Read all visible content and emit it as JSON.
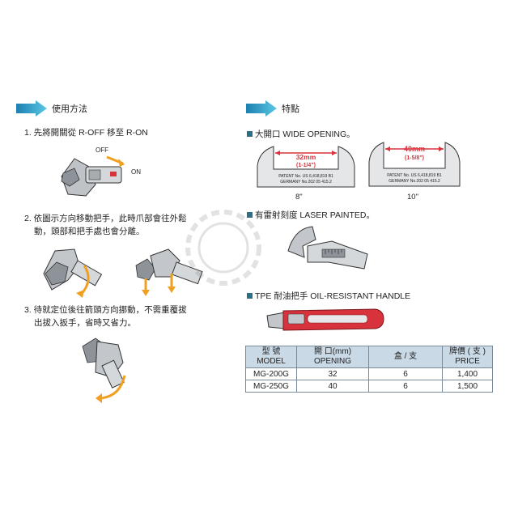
{
  "left": {
    "title": "使用方法",
    "steps": [
      {
        "text": "1. 先將開關從 R-OFF 移至 R-ON"
      },
      {
        "line1": "2. 依圖示方向移動把手，此時爪部會往外鬆",
        "line2": "動，頭部和把手處也會分離。"
      },
      {
        "line1": "3. 待就定位後往箭頭方向挪動，不需重覆拔",
        "line2": "出拔入扳手，省時又省力。"
      }
    ],
    "switch_off": "OFF",
    "switch_on": "ON"
  },
  "right": {
    "title": "特點",
    "features": [
      {
        "label": "大開口 WIDE OPENING。"
      },
      {
        "label": "有雷射刻度 LASER PAINTED。"
      },
      {
        "label": "TPE 耐油把手 OIL-RESISTANT HANDLE"
      }
    ],
    "jaws": [
      {
        "opening": "32mm",
        "inch": "(1-1/4\")",
        "size": "8\"",
        "patent1": "PATENT No. US 6,418,819 B1",
        "patent2": "GERMANY No.202 05 415.2"
      },
      {
        "opening": "40mm",
        "inch": "(1-5/8\")",
        "size": "10\"",
        "patent1": "PATENT No. US 6,418,819 B1",
        "patent2": "GERMANY No.202 05 415.2"
      }
    ]
  },
  "table": {
    "headers": [
      {
        "zh": "型 號",
        "en": "MODEL"
      },
      {
        "zh": "開 口(mm)",
        "en": "OPENING"
      },
      {
        "zh": "盒 / 支",
        "en": ""
      },
      {
        "zh": "牌價 ( 支 )",
        "en": "PRICE"
      }
    ],
    "rows": [
      [
        "MG-200G",
        "32",
        "6",
        "1,400"
      ],
      [
        "MG-250G",
        "40",
        "6",
        "1,500"
      ]
    ]
  },
  "colors": {
    "accent": "#2aa1c8",
    "table_header": "#c9d9e6",
    "handle_red": "#d8333c"
  }
}
